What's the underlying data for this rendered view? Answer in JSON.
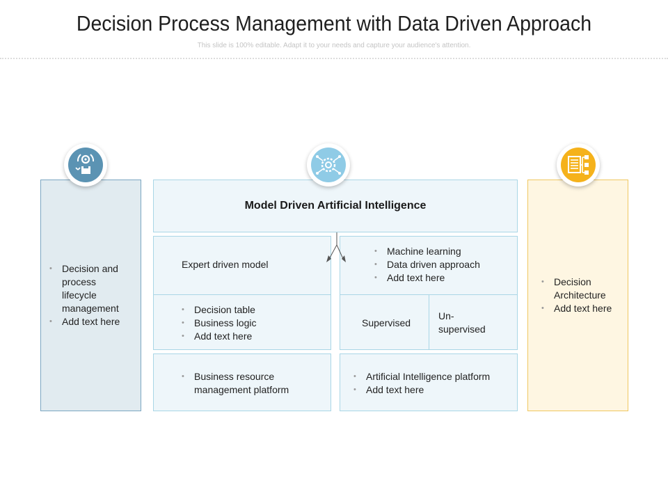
{
  "title": "Decision Process Management with Data Driven Approach",
  "subtitle": "This slide is 100% editable. Adapt it to your needs and capture your audience's attention.",
  "left_panel": {
    "items": [
      "Decision and process lifecycle management",
      "Add text here"
    ]
  },
  "header": {
    "title": "Model Driven Artificial Intelligence"
  },
  "left_column": {
    "top": "Expert driven model",
    "middle": [
      "Decision table",
      "Business logic",
      "Add text here"
    ],
    "bottom": [
      "Business resource management platform"
    ]
  },
  "right_column": {
    "top": [
      "Machine learning",
      "Data driven approach",
      "Add text here"
    ],
    "supervised": "Supervised",
    "unsupervised": "Un-supervised",
    "bottom": [
      "Artificial Intelligence platform",
      "Add text here"
    ]
  },
  "right_panel": {
    "items": [
      "Decision Architecture",
      "Add text here"
    ]
  },
  "colors": {
    "blue_icon": "#5b93b3",
    "light_blue_icon": "#8fcbe6",
    "orange_icon": "#f5b21b"
  },
  "icons": {
    "left": "gear-box-cycle-icon",
    "center": "gear-network-icon",
    "right": "document-flowchart-icon"
  }
}
